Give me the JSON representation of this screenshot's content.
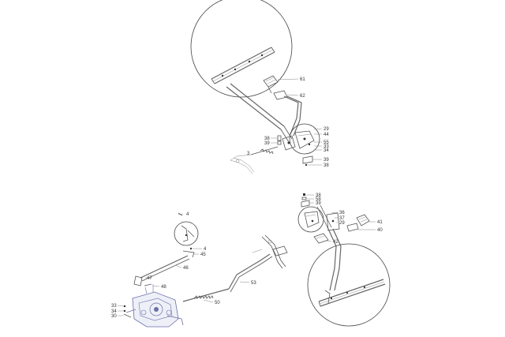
{
  "callouts": {
    "top": {
      "c61": "61",
      "c62": "62",
      "c29": "29",
      "c44": "44",
      "c55": "55",
      "c33": "33",
      "c34": "34",
      "c3": "3",
      "c38a": "38",
      "c39a": "39",
      "c39b": "39",
      "c38b": "38"
    },
    "left": {
      "c4a": "4",
      "c4b": "4",
      "c45": "45",
      "c46": "46",
      "c47": "47",
      "c48": "48",
      "c50": "50",
      "c53": "53",
      "c33": "33",
      "c34": "34",
      "c30": "30"
    },
    "right": {
      "c38": "38",
      "c58": "58",
      "c39": "39",
      "c36": "36",
      "c37": "37",
      "c29": "29",
      "c41": "41",
      "c40": "40",
      "c42": "42"
    }
  },
  "colors": {
    "line": "#555555",
    "text": "#333333",
    "transmission": "#6a6fa8"
  }
}
